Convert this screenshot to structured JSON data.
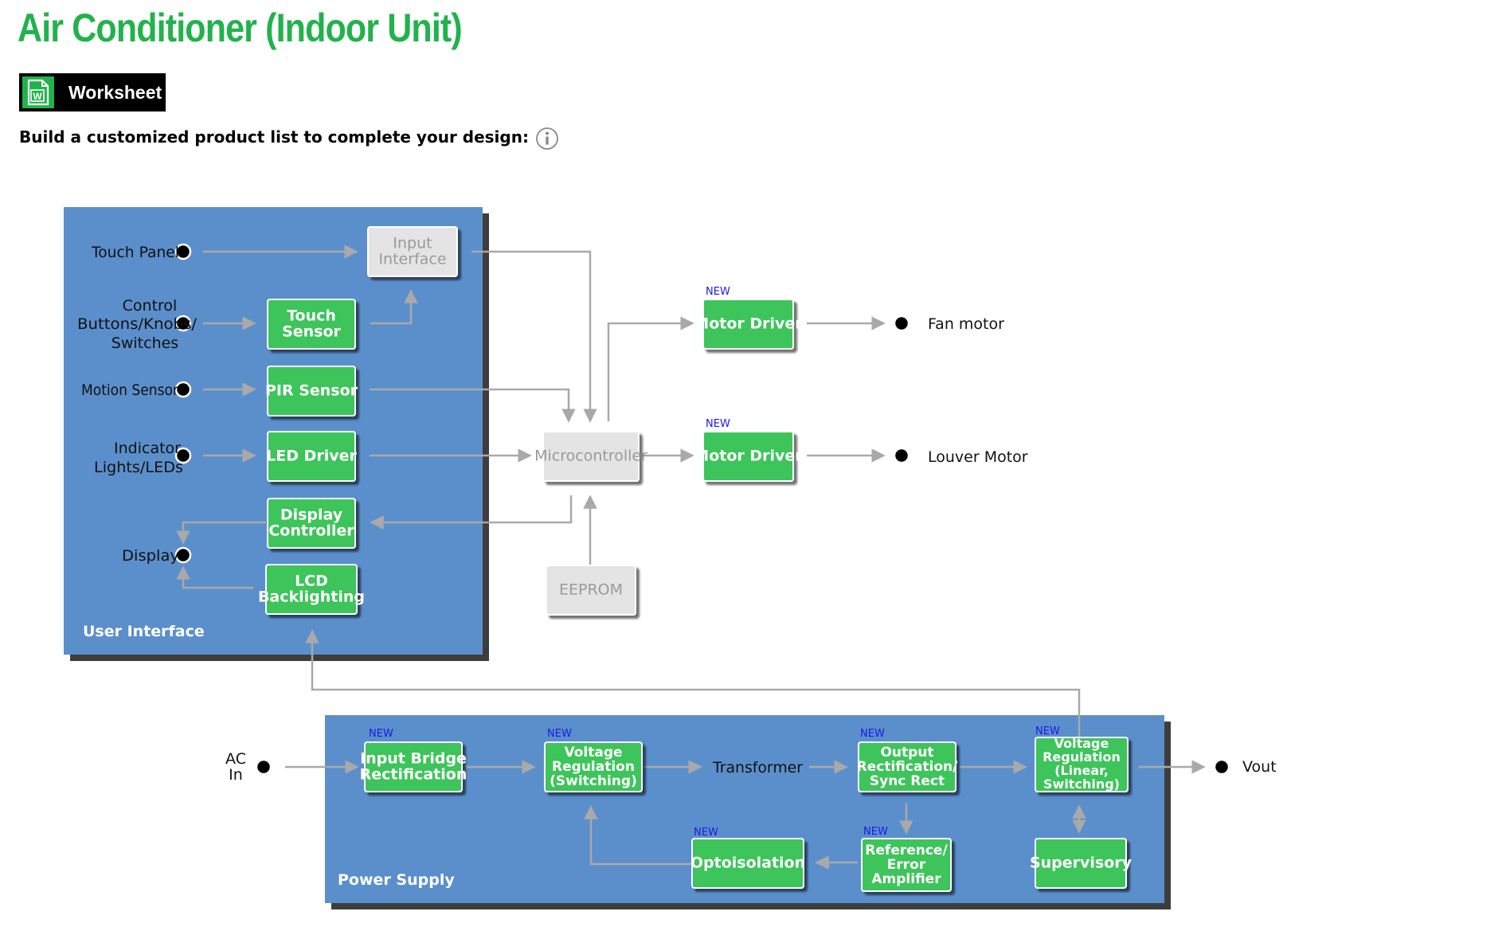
{
  "header": {
    "title": "Air Conditioner (Indoor Unit)",
    "worksheet_label": "Worksheet",
    "worksheet_icon": "word-document-icon",
    "instruction": "Build a customized product list to complete your design:",
    "info_icon": "info-icon"
  },
  "colors": {
    "title_green": "#22b24c",
    "block_green": "#3cc45a",
    "panel_blue": "#5b8fcb",
    "grey_block": "#e4e4e4",
    "arrow_grey": "#a9a9a9",
    "new_badge": "#1a1ae6"
  },
  "diagram": {
    "new_badge": "NEW",
    "groups": {
      "user_interface": "User Interface",
      "power_supply": "Power Supply"
    },
    "inputs": {
      "touch_panel": "Touch Panel",
      "control_buttons": [
        "Control",
        "Buttons/Knobs/",
        "Switches"
      ],
      "motion_sensor": "Motion Sensor",
      "indicator_lights": [
        "Indicator",
        "Lights/LEDs"
      ],
      "display": "Display",
      "ac_in": [
        "AC",
        "In"
      ]
    },
    "outputs": {
      "fan_motor": "Fan motor",
      "louver_motor": "Louver Motor",
      "vout": "Vout"
    },
    "transformer": "Transformer",
    "blocks": {
      "input_interface": [
        "Input",
        "Interface"
      ],
      "touch_sensor": [
        "Touch",
        "Sensor"
      ],
      "pir_sensor": [
        "PIR Sensor"
      ],
      "led_driver": [
        "LED Driver"
      ],
      "display_controller": [
        "Display",
        "Controller"
      ],
      "lcd_backlighting": [
        "LCD",
        "Backlighting"
      ],
      "microcontroller": [
        "Microcontroller"
      ],
      "eeprom": [
        "EEPROM"
      ],
      "motor_driver_fan": [
        "Motor Driver"
      ],
      "motor_driver_louver": [
        "Motor Driver"
      ],
      "input_bridge": [
        "Input Bridge",
        "Rectification"
      ],
      "voltage_reg_switching": [
        "Voltage",
        "Regulation",
        "(Switching)"
      ],
      "output_rect": [
        "Output",
        "Rectification/",
        "Sync Rect"
      ],
      "voltage_reg_linear": [
        "Voltage",
        "Regulation",
        "(Linear,",
        "Switching)"
      ],
      "optoisolation": [
        "Optoisolation"
      ],
      "reference_error_amp": [
        "Reference/",
        "Error",
        "Amplifier"
      ],
      "supervisory": [
        "Supervisory"
      ]
    }
  }
}
